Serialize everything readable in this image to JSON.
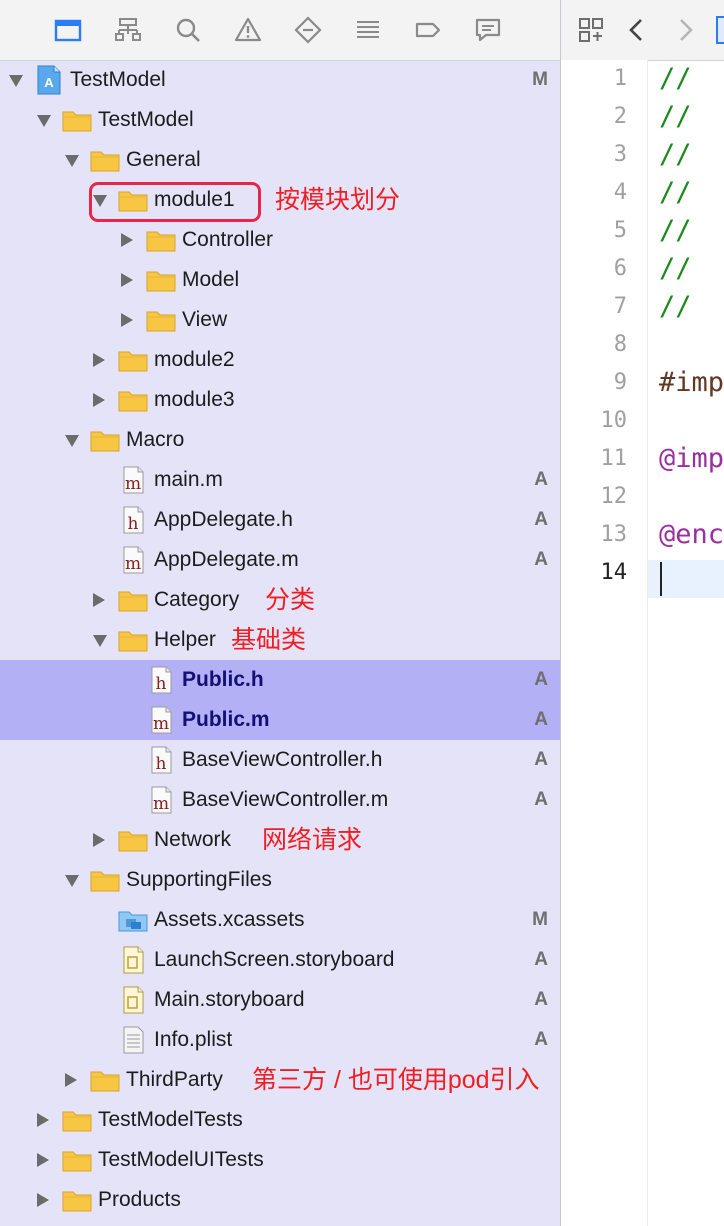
{
  "colors": {
    "navigator_bg": "#e4e3f8",
    "selection": "#b4b0f5",
    "annotation": "#ee1f23",
    "folder": "#f7c744",
    "comment": "#1e8a1e",
    "preprocessor": "#643820",
    "keyword": "#9a2fa0",
    "toolbar_icon": "#8a8a8a",
    "active_icon": "#2a7bf6"
  },
  "navigator": {
    "toolbar_icons": [
      "folder-icon",
      "hierarchy-icon",
      "search-icon",
      "warning-icon",
      "diamond-icon",
      "list-icon",
      "tag-icon",
      "comment-icon"
    ],
    "tree": [
      {
        "label": "TestModel",
        "level": 0,
        "disc": "open",
        "icon": "project",
        "badge": "M"
      },
      {
        "label": "TestModel",
        "level": 1,
        "disc": "open",
        "icon": "folder",
        "badge": ""
      },
      {
        "label": "General",
        "level": 2,
        "disc": "open",
        "icon": "folder",
        "badge": ""
      },
      {
        "label": "module1",
        "level": 3,
        "disc": "open",
        "icon": "folder",
        "badge": ""
      },
      {
        "label": "Controller",
        "level": 4,
        "disc": "closed",
        "icon": "folder",
        "badge": ""
      },
      {
        "label": "Model",
        "level": 4,
        "disc": "closed",
        "icon": "folder",
        "badge": ""
      },
      {
        "label": "View",
        "level": 4,
        "disc": "closed",
        "icon": "folder",
        "badge": ""
      },
      {
        "label": "module2",
        "level": 3,
        "disc": "closed",
        "icon": "folder",
        "badge": ""
      },
      {
        "label": "module3",
        "level": 3,
        "disc": "closed",
        "icon": "folder",
        "badge": ""
      },
      {
        "label": "Macro",
        "level": 2,
        "disc": "open",
        "icon": "folder",
        "badge": ""
      },
      {
        "label": "main.m",
        "level": 3,
        "disc": "",
        "icon": "m",
        "badge": "A"
      },
      {
        "label": "AppDelegate.h",
        "level": 3,
        "disc": "",
        "icon": "h",
        "badge": "A"
      },
      {
        "label": "AppDelegate.m",
        "level": 3,
        "disc": "",
        "icon": "m",
        "badge": "A"
      },
      {
        "label": "Category",
        "level": 3,
        "disc": "closed",
        "icon": "folder",
        "badge": ""
      },
      {
        "label": "Helper",
        "level": 3,
        "disc": "open",
        "icon": "folder",
        "badge": ""
      },
      {
        "label": "Public.h",
        "level": 4,
        "disc": "",
        "icon": "h",
        "badge": "A",
        "selected": true
      },
      {
        "label": "Public.m",
        "level": 4,
        "disc": "",
        "icon": "m",
        "badge": "A",
        "selected": true
      },
      {
        "label": "BaseViewController.h",
        "level": 4,
        "disc": "",
        "icon": "h",
        "badge": "A"
      },
      {
        "label": "BaseViewController.m",
        "level": 4,
        "disc": "",
        "icon": "m",
        "badge": "A"
      },
      {
        "label": "Network",
        "level": 3,
        "disc": "closed",
        "icon": "folder",
        "badge": ""
      },
      {
        "label": "SupportingFiles",
        "level": 2,
        "disc": "open",
        "icon": "folder",
        "badge": ""
      },
      {
        "label": "Assets.xcassets",
        "level": 3,
        "disc": "",
        "icon": "assets",
        "badge": "M"
      },
      {
        "label": "LaunchScreen.storyboard",
        "level": 3,
        "disc": "",
        "icon": "storyboard",
        "badge": "A"
      },
      {
        "label": "Main.storyboard",
        "level": 3,
        "disc": "",
        "icon": "storyboard",
        "badge": "A"
      },
      {
        "label": "Info.plist",
        "level": 3,
        "disc": "",
        "icon": "plist",
        "badge": "A"
      },
      {
        "label": "ThirdParty",
        "level": 2,
        "disc": "closed",
        "icon": "folder",
        "badge": ""
      },
      {
        "label": "TestModelTests",
        "level": 1,
        "disc": "closed",
        "icon": "folder",
        "badge": ""
      },
      {
        "label": "TestModelUITests",
        "level": 1,
        "disc": "closed",
        "icon": "folder",
        "badge": ""
      },
      {
        "label": "Products",
        "level": 1,
        "disc": "closed",
        "icon": "folder",
        "badge": ""
      }
    ],
    "annotations": [
      {
        "row": 3,
        "text": "按模块划分"
      },
      {
        "row": 13,
        "text": "分类"
      },
      {
        "row": 14,
        "text": "基础类"
      },
      {
        "row": 19,
        "text": "网络请求"
      },
      {
        "row": 25,
        "text": "第三方 / 也可使用pod引入"
      }
    ]
  },
  "editor": {
    "line_numbers": [
      "1",
      "2",
      "3",
      "4",
      "5",
      "6",
      "7",
      "8",
      "9",
      "10",
      "11",
      "12",
      "13",
      "14"
    ],
    "current_line": "14",
    "code_lines": [
      {
        "text": "//",
        "kind": "comment"
      },
      {
        "text": "//",
        "kind": "comment"
      },
      {
        "text": "//",
        "kind": "comment"
      },
      {
        "text": "//",
        "kind": "comment"
      },
      {
        "text": "//",
        "kind": "comment"
      },
      {
        "text": "//",
        "kind": "comment"
      },
      {
        "text": "//",
        "kind": "comment"
      },
      {
        "text": "",
        "kind": "plain"
      },
      {
        "text": "#imp",
        "kind": "preprocessor"
      },
      {
        "text": "",
        "kind": "plain"
      },
      {
        "text": "@imp",
        "kind": "keyword"
      },
      {
        "text": "",
        "kind": "plain"
      },
      {
        "text": "@enc",
        "kind": "keyword"
      },
      {
        "text": "",
        "kind": "plain"
      }
    ]
  }
}
